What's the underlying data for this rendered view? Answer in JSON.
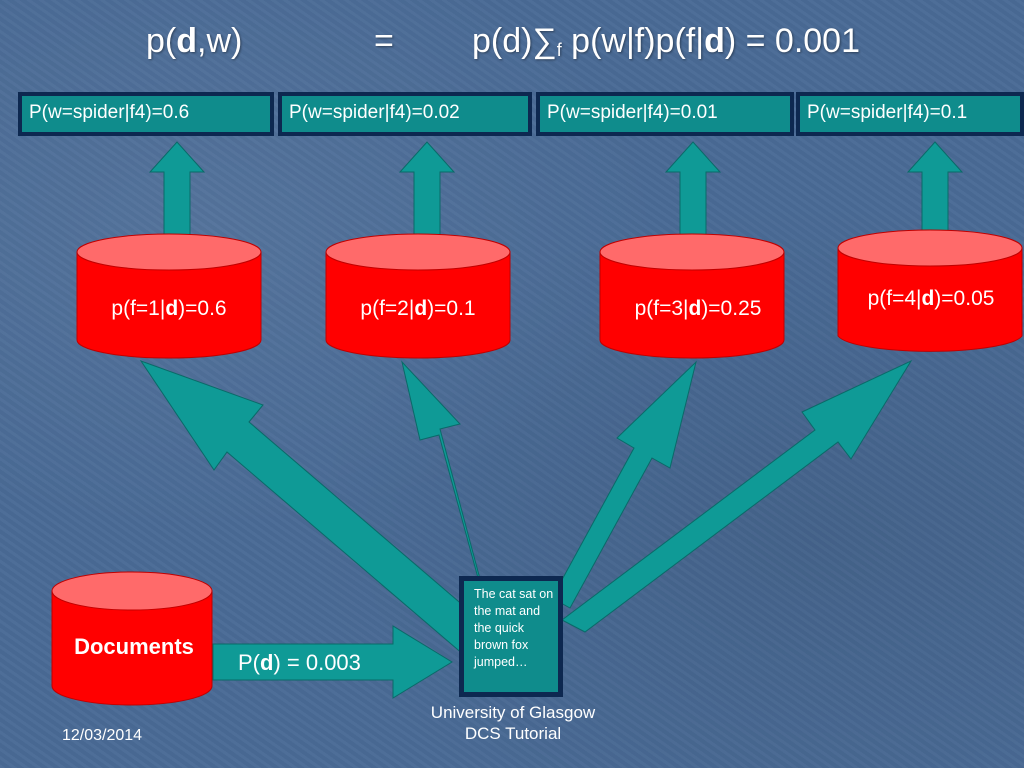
{
  "title": {
    "lhs_prefix": "p(",
    "lhs_bold": "d",
    "lhs_suffix": ",w)",
    "equals": "=",
    "rhs_prefix": "p(d)∑",
    "rhs_sub": "f",
    "rhs_mid": " p(w|f)p(f|",
    "rhs_bold": "d",
    "rhs_suffix": ") = 0.001"
  },
  "word_probabilities": [
    "P(w=spider|f4)=0.6",
    "P(w=spider|f4)=0.02",
    "P(w=spider|f4)=0.01",
    "P(w=spider|f4)=0.1"
  ],
  "features": [
    {
      "prefix": "p(f=1|",
      "bold": "d",
      "suffix": ")=0.6"
    },
    {
      "prefix": "p(f=2|",
      "bold": "d",
      "suffix": ")=0.1"
    },
    {
      "prefix": "p(f=3|",
      "bold": "d",
      "suffix": ")=0.25"
    },
    {
      "prefix": "p(f=4|",
      "bold": "d",
      "suffix": ")=0.05"
    }
  ],
  "documents": {
    "label": "Documents",
    "prior_prefix": "P(",
    "prior_bold": "d",
    "prior_suffix": ") = 0.003"
  },
  "document_text": "The cat sat on the mat and the quick brown fox jumped…",
  "footer": {
    "line1": "University of Glasgow",
    "line2": "DCS Tutorial",
    "date": "12/03/2014"
  },
  "colors": {
    "background": "#4a6b96",
    "cylinder_body": "#ff0000",
    "cylinder_top": "#ff6a6a",
    "arrow_fill": "#0f9a96",
    "box_fill": "#0f8c8c",
    "box_border": "#0d2850"
  }
}
